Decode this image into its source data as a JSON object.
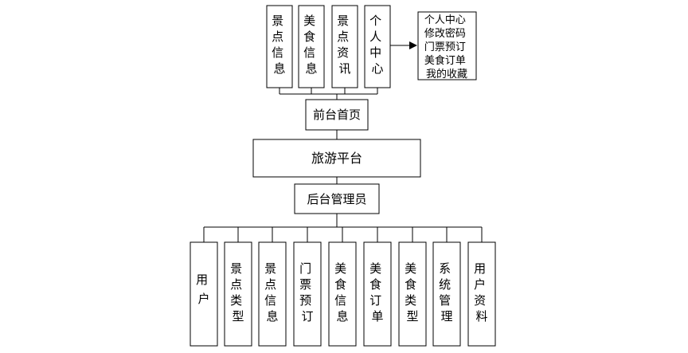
{
  "front": {
    "modules": [
      {
        "label": "景点信息"
      },
      {
        "label": "美食信息"
      },
      {
        "label": "景点资讯"
      },
      {
        "label": "个人中心"
      }
    ],
    "personal_center_items": [
      "个人中心",
      "修改密码",
      "门票预订",
      "美食订单",
      "我的收藏"
    ],
    "home_label": "前台首页"
  },
  "platform_label": "旅游平台",
  "back": {
    "admin_label": "后台管理员",
    "modules": [
      {
        "label": "用户"
      },
      {
        "label": "景点类型"
      },
      {
        "label": "景点信息"
      },
      {
        "label": "门票预订"
      },
      {
        "label": "美食信息"
      },
      {
        "label": "美食订单"
      },
      {
        "label": "美食类型"
      },
      {
        "label": "系统管理"
      },
      {
        "label": "用户资料"
      }
    ]
  }
}
